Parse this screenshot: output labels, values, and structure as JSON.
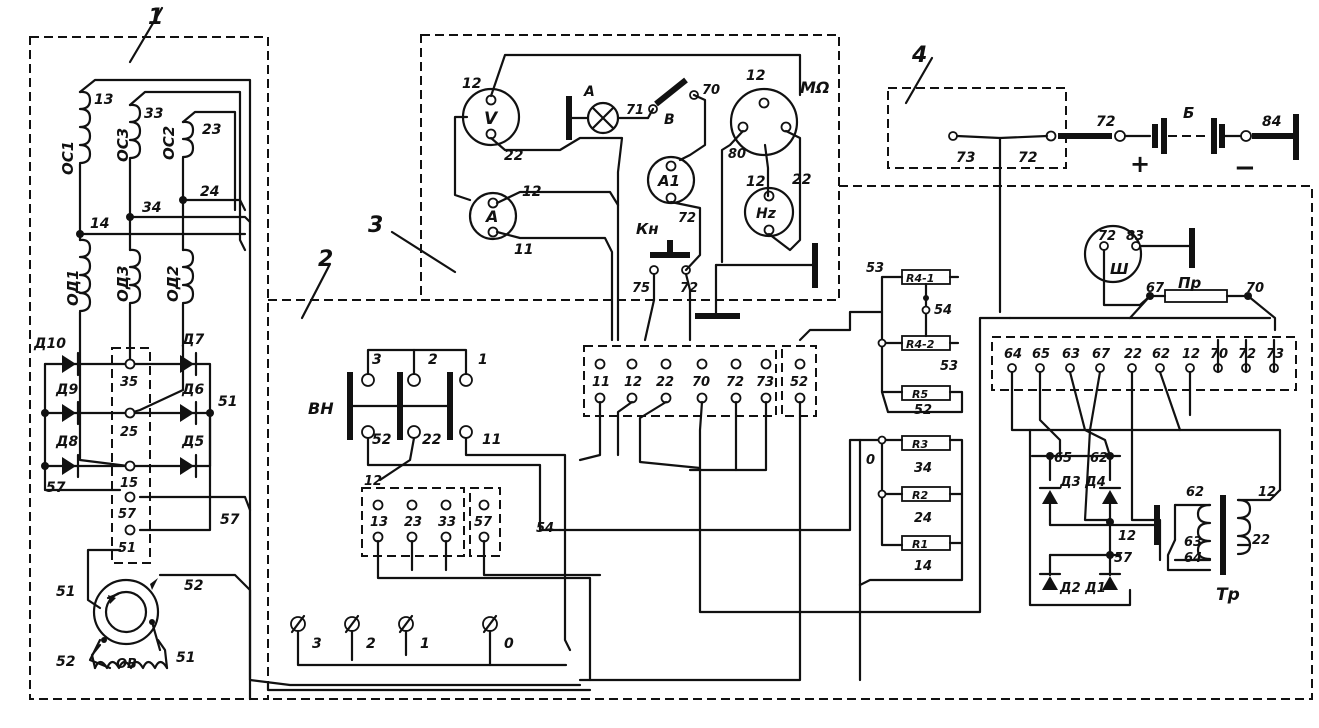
{
  "blocks": [
    "1",
    "2",
    "3",
    "4"
  ],
  "labels": {
    "vn": "ВН",
    "km": "Кн",
    "mohm": "МΩ",
    "tr": "Тр",
    "sh": "Ш",
    "pr": "Пр",
    "ov": "ОВ",
    "batt": "Б",
    "plus": "+",
    "minus": "−",
    "a": "А",
    "v_btn": "В",
    "amp": "А",
    "amp1": "А1",
    "volt": "V",
    "hz": "Hz",
    "d_hi": "Д3 Д4",
    "d_lo": "Д2 Д1"
  },
  "coils": [
    "ОС1",
    "ОС3",
    "ОС2",
    "ОД1",
    "ОД3",
    "ОД2"
  ],
  "diodes": [
    "Д10",
    "Д7",
    "Д9",
    "Д6",
    "Д8",
    "Д5"
  ],
  "gen_terminals": [
    "35",
    "25",
    "15",
    "57",
    "51"
  ],
  "gen_nodes": [
    "13",
    "33",
    "23",
    "24",
    "34",
    "14",
    "51",
    "57",
    "57",
    "52",
    "51",
    "52",
    "51"
  ],
  "vn_terms": [
    "3",
    "2",
    "1",
    "52",
    "22",
    "11"
  ],
  "block2_terms": [
    "12",
    "13",
    "23",
    "33",
    "57"
  ],
  "bottom_terms": [
    "3",
    "2",
    "1",
    "0"
  ],
  "panel_terms": [
    "11",
    "12",
    "22",
    "70",
    "72",
    "73",
    "52"
  ],
  "resistors": [
    "R4-1",
    "R4-2",
    "R3",
    "R5",
    "R2",
    "R1"
  ],
  "resistor_nodes": [
    "53",
    "54",
    "53",
    "52",
    "34",
    "24",
    "14",
    "0"
  ],
  "meter_nodes": [
    "12",
    "22",
    "12",
    "11",
    "71",
    "70",
    "72",
    "75",
    "72",
    "12",
    "80",
    "12",
    "22"
  ],
  "block4_nodes": [
    "73",
    "72",
    "72",
    "84"
  ],
  "right_terms": [
    "64",
    "65",
    "63",
    "67",
    "22",
    "62",
    "12",
    "70",
    "72",
    "73"
  ],
  "right_nodes": [
    "72",
    "83",
    "67",
    "70",
    "65",
    "62",
    "12",
    "57",
    "62",
    "12",
    "63",
    "64",
    "22"
  ],
  "wire54": "54"
}
